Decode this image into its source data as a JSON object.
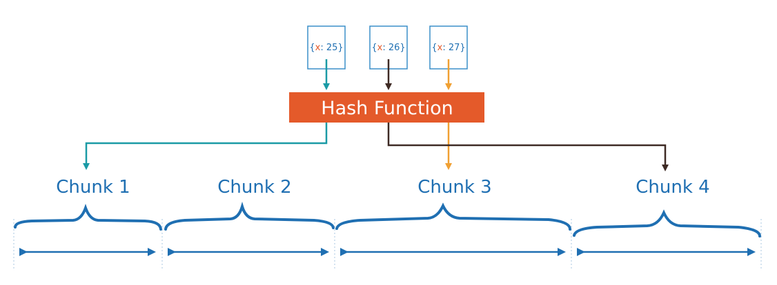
{
  "doc": {
    "docs": [
      {
        "open": "{",
        "key": "x",
        "sep": ": ",
        "value": "25",
        "close": "}",
        "arrow_color": "#1a9aa5"
      },
      {
        "open": "{",
        "key": "x",
        "sep": ": ",
        "value": "26",
        "close": "}",
        "arrow_color": "#3e2a24"
      },
      {
        "open": "{",
        "key": "x",
        "sep": ": ",
        "value": "27",
        "close": "}",
        "arrow_color": "#f0a033"
      }
    ],
    "hash_function_label": "Hash Function",
    "chunks": [
      "Chunk 1",
      "Chunk 2",
      "Chunk 3",
      "Chunk 4"
    ],
    "colors": {
      "accent_blue": "#1f6fb2",
      "hash_box": "#e45a2a",
      "brace": "#1f6fb2",
      "doc_border": "#3a8fc8",
      "key_text": "#e45a2a",
      "value_text": "#1f6fb2"
    }
  }
}
